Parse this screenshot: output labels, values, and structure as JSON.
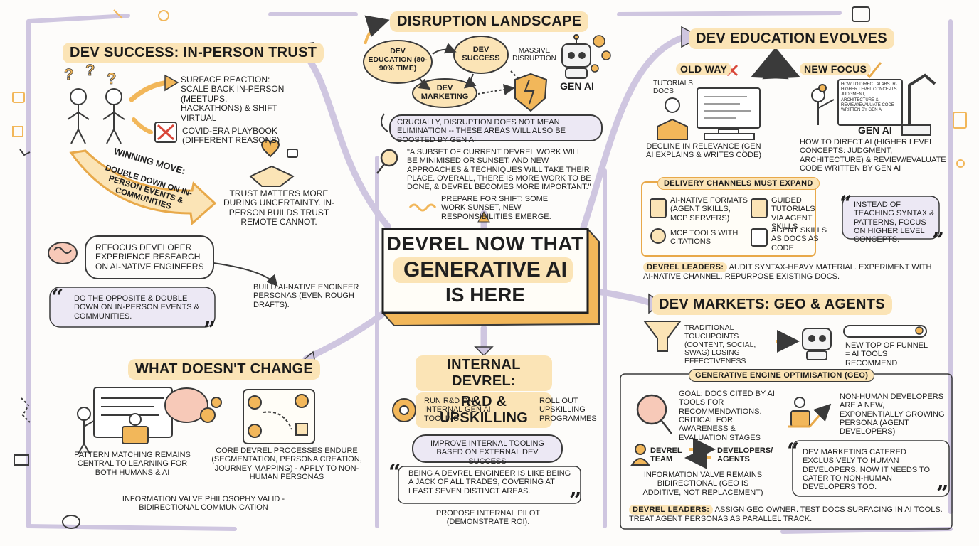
{
  "center": {
    "line1": "DEVREL NOW THAT",
    "line2": "GENERATIVE AI",
    "line3": "IS HERE"
  },
  "disruption": {
    "title": "DISRUPTION LANDSCAPE",
    "node_education": "DEV EDUCATION (80-90% TIME)",
    "node_success": "DEV SUCCESS",
    "node_marketing": "DEV MARKETING",
    "massive": "MASSIVE DISRUPTION",
    "genai": "GEN AI",
    "note": "CRUCIALLY, DISRUPTION DOES NOT MEAN ELIMINATION -- THESE AREAS WILL ALSO BE BOOSTED BY GEN AI",
    "quote": "\"A SUBSET OF CURRENT DEVREL WORK WILL BE MINIMISED OR SUNSET, AND NEW APPROACHES & TECHNIQUES WILL TAKE THEIR PLACE. OVERALL, THERE IS MORE WORK TO BE DONE, & DEVREL BECOMES MORE IMPORTANT.\"",
    "prepare": "PREPARE FOR SHIFT: SOME WORK SUNSET, NEW RESPONSIBILITIES EMERGE."
  },
  "success": {
    "title": "DEV SUCCESS: IN-PERSON TRUST",
    "surface": "SURFACE REACTION: SCALE BACK IN-PERSON (MEETUPS, HACKATHONS) & SHIFT VIRTUAL",
    "covid": "COVID-ERA PLAYBOOK (DIFFERENT REASONS)",
    "winning": "WINNING MOVE:",
    "double_down": "DOUBLE DOWN ON IN-PERSON EVENTS & COMMUNITIES",
    "trust": "TRUST MATTERS MORE DURING UNCERTAINTY. IN-PERSON BUILDS TRUST REMOTE CANNOT.",
    "refocus": "REFOCUS DEVELOPER EXPERIENCE RESEARCH ON AI-NATIVE ENGINEERS",
    "personas": "BUILD AI-NATIVE ENGINEER PERSONAS (EVEN ROUGH DRAFTS).",
    "quote": "DO THE OPPOSITE & DOUBLE DOWN ON IN-PERSON EVENTS & COMMUNITIES."
  },
  "unchanged": {
    "title": "WHAT DOESN'T CHANGE",
    "pattern": "PATTERN MATCHING REMAINS CENTRAL TO LEARNING FOR BOTH HUMANS & AI",
    "core": "CORE DEVREL PROCESSES ENDURE (SEGMENTATION, PERSONA CREATION, JOURNEY MAPPING) - APPLY TO NON-HUMAN PERSONAS",
    "valve": "INFORMATION VALVE PHILOSOPHY VALID - BIDIRECTIONAL COMMUNICATION"
  },
  "internal": {
    "title1": "INTERNAL DEVREL:",
    "title2": "R&D & UPSKILLING",
    "rnd": "RUN R&D ON INTERNAL GEN AI TOOLING",
    "rollout": "ROLL OUT UPSKILLING PROGRAMMES",
    "improve": "IMPROVE INTERNAL TOOLING BASED ON EXTERNAL DEV SUCCESS",
    "quote": "BEING A DEVREL ENGINEER IS LIKE BEING A JACK OF ALL TRADES, COVERING AT LEAST SEVEN DISTINCT AREAS.",
    "pilot": "PROPOSE INTERNAL PILOT (DEMONSTRATE ROI)."
  },
  "education": {
    "title": "DEV EDUCATION EVOLVES",
    "old_way": "OLD WAY",
    "new_focus": "NEW FOCUS",
    "tutorials": "TUTORIALS, DOCS",
    "decline": "DECLINE IN RELEVANCE (GEN AI EXPLAINS & WRITES CODE)",
    "board_text": "HOW TO DIRECT AI ABSTR- HIGHER LEVEL CONCEPTS JUDGMENT, ARCHITECTURE & REVIEW/EVALUATE CODE WRITTEN BY GEN AI",
    "genai": "GEN AI",
    "how_to": "HOW TO DIRECT AI (HIGHER LEVEL CONCEPTS: JUDGMENT, ARCHITECTURE) & REVIEW/EVALUATE CODE WRITTEN BY GEN AI",
    "channels_title": "DELIVERY CHANNELS MUST EXPAND",
    "ch1": "AI-NATIVE FORMATS (AGENT SKILLS, MCP SERVERS)",
    "ch2": "GUIDED TUTORIALS VIA AGENT SKILLS",
    "ch3": "MCP TOOLS WITH CITATIONS",
    "ch4": "AGENT SKILLS AS DOCS AS CODE",
    "quote": "INSTEAD OF TEACHING SYNTAX & PATTERNS, FOCUS ON HIGHER LEVEL CONCEPTS.",
    "leaders_label": "DEVREL LEADERS:",
    "leaders": "AUDIT SYNTAX-HEAVY MATERIAL. EXPERIMENT WITH AI-NATIVE CHANNEL. REPURPOSE EXISTING DOCS."
  },
  "markets": {
    "title": "DEV MARKETS: GEO & AGENTS",
    "traditional": "TRADITIONAL TOUCHPOINTS (CONTENT, SOCIAL, SWAG) LOSING EFFECTIVENESS",
    "funnel": "NEW TOP OF FUNNEL = AI TOOLS RECOMMEND",
    "geo_title": "GENERATIVE ENGINE OPTIMISATION (GEO)",
    "goal": "GOAL: DOCS CITED BY AI TOOLS FOR RECOMMENDATIONS. CRITICAL FOR AWARENESS & EVALUATION STAGES",
    "nonhuman": "NON-HUMAN DEVELOPERS ARE A NEW, EXPONENTIALLY GROWING PERSONA (AGENT DEVELOPERS)",
    "team": "DEVREL TEAM",
    "devs": "DEVELOPERS/ AGENTS",
    "valve": "INFORMATION VALVE REMAINS BIDIRECTIONAL (GEO IS ADDITIVE, NOT REPLACEMENT)",
    "quote": "DEV MARKETING CATERED EXCLUSIVELY TO HUMAN DEVELOPERS. NOW IT NEEDS TO CATER TO NON-HUMAN DEVELOPERS TOO.",
    "leaders_label": "DEVREL LEADERS:",
    "leaders": "ASSIGN GEO OWNER. TEST DOCS SURFACING IN AI TOOLS. TREAT AGENT PERSONAS AS PARALLEL TRACK."
  },
  "colors": {
    "accent": "#f2b75a",
    "highlight": "#fbe4b6",
    "lavender": "#cfc6e0",
    "ink": "#1f1f1f"
  }
}
